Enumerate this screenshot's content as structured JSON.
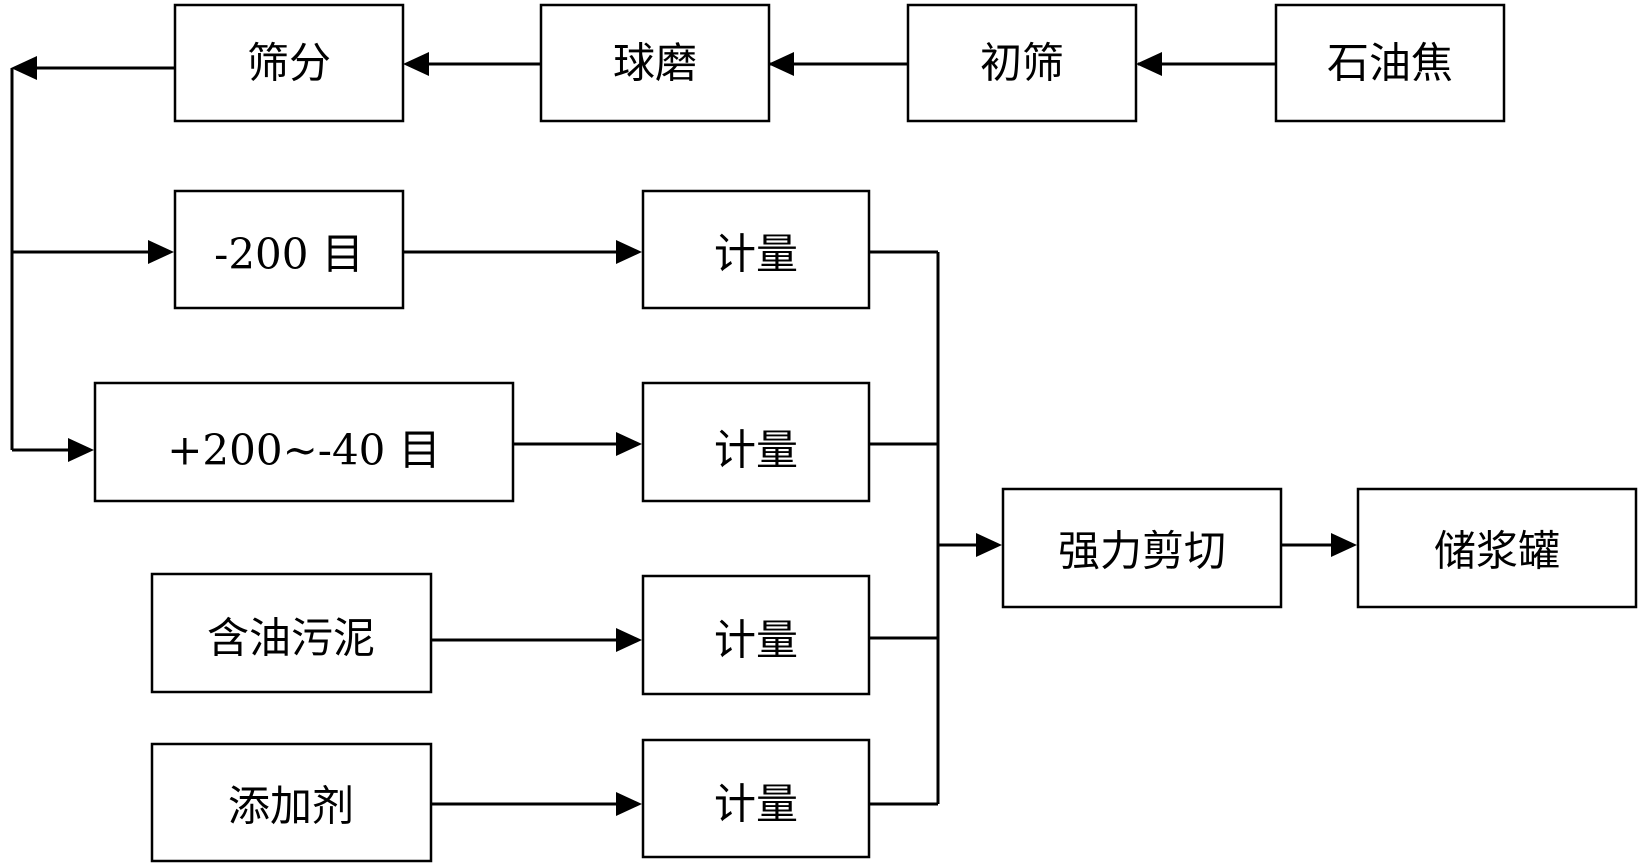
{
  "nodes": {
    "petroleum_coke": "石油焦",
    "primary_screen": "初筛",
    "ball_mill": "球磨",
    "sieving": "筛分",
    "minus_200_mesh": "-200 目",
    "plus200_minus40_mesh": "+200~-40 目",
    "metering_1": "计量",
    "metering_2": "计量",
    "metering_3": "计量",
    "metering_4": "计量",
    "oily_sludge": "含油污泥",
    "additive": "添加剂",
    "high_shear": "强力剪切",
    "slurry_tank": "储浆罐"
  }
}
